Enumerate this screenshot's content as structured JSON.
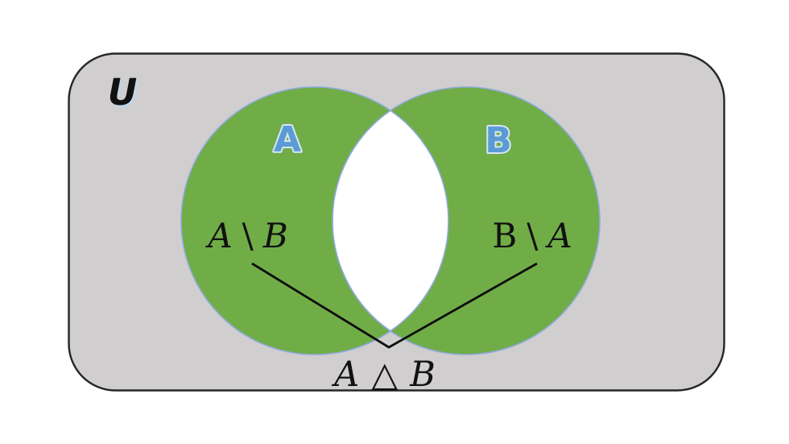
{
  "diagram": {
    "universe_label": "U",
    "set_a_label": "A",
    "set_b_label": "B",
    "left_region": {
      "left": "A",
      "op": "\\",
      "right": "B"
    },
    "right_region": {
      "left": "B",
      "op": "\\",
      "right": "A"
    },
    "caption": {
      "left": "A",
      "op": "△",
      "right": "B"
    }
  },
  "colors": {
    "page_bg": "#ffffff",
    "universe_fill": "#d0cece",
    "universe_border": "#262626",
    "set_fill": "#70ad47",
    "circle_stroke": "#8faadc",
    "intersection_fill": "#ffffff",
    "set_label_fill": "#5b9bd5",
    "set_label_outline": "#d6e6f6",
    "universe_label_shadow": "#bdd7ee",
    "text_color": "#111111",
    "leader_line": "#0d0d0d"
  }
}
